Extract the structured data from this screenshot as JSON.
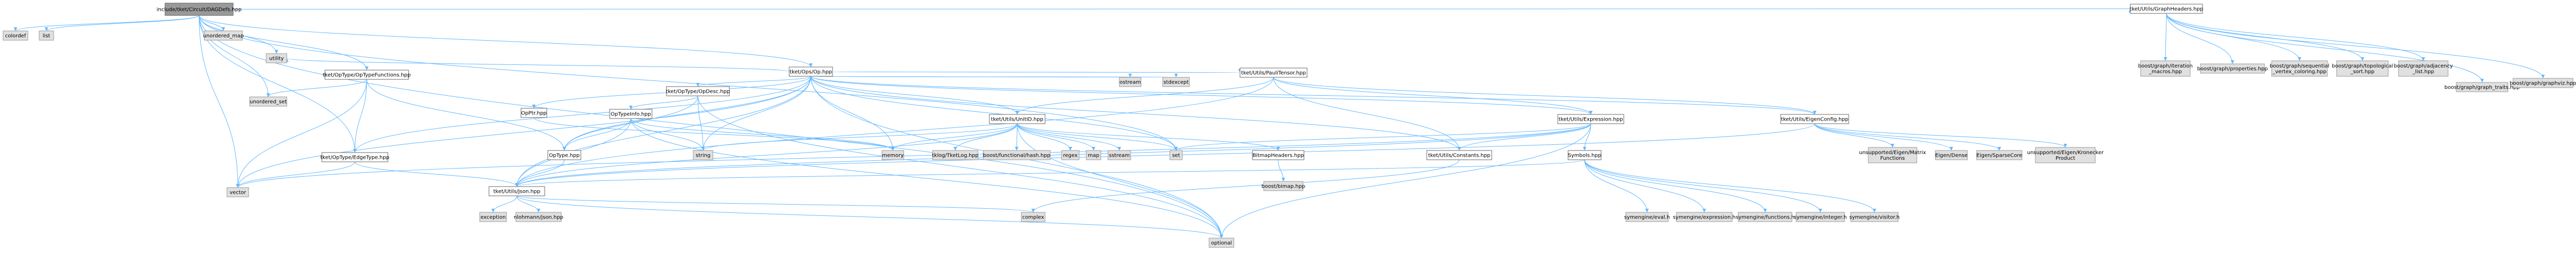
{
  "colors": {
    "root_fill": "#999999",
    "internal_fill": "#ffffff",
    "external_fill": "#e0e0e0",
    "edge": "#63b8ff"
  },
  "nodes": [
    {
      "id": "root",
      "label": "include/tket/Circuit/DAGDefs.hpp",
      "kind": "root"
    },
    {
      "id": "colordef",
      "label": "colordef",
      "kind": "external"
    },
    {
      "id": "list",
      "label": "list",
      "kind": "external"
    },
    {
      "id": "unordered_map",
      "label": "unordered_map",
      "kind": "external"
    },
    {
      "id": "utility",
      "label": "utility",
      "kind": "external"
    },
    {
      "id": "unordered_set",
      "label": "unordered_set",
      "kind": "external"
    },
    {
      "id": "vector",
      "label": "vector",
      "kind": "external"
    },
    {
      "id": "optypefunc",
      "label": "tket/OpType/OpTypeFunctions.hpp",
      "kind": "internal"
    },
    {
      "id": "edgetype",
      "label": "tket/OpType/EdgeType.hpp",
      "kind": "internal"
    },
    {
      "id": "ophpp",
      "label": "tket/Ops/Op.hpp",
      "kind": "internal"
    },
    {
      "id": "oppointer",
      "label": "OpPtr.hpp",
      "kind": "internal"
    },
    {
      "id": "opdesc",
      "label": "tket/OpType/OpDesc.hpp",
      "kind": "internal"
    },
    {
      "id": "optypeinfo",
      "label": "OpTypeInfo.hpp",
      "kind": "internal"
    },
    {
      "id": "optype",
      "label": "OpType.hpp",
      "kind": "internal"
    },
    {
      "id": "json",
      "label": "tket/Utils/Json.hpp",
      "kind": "internal"
    },
    {
      "id": "exception",
      "label": "exception",
      "kind": "external"
    },
    {
      "id": "nlohmann",
      "label": "nlohmann/json.hpp",
      "kind": "external"
    },
    {
      "id": "complex",
      "label": "complex",
      "kind": "external"
    },
    {
      "id": "optional",
      "label": "optional",
      "kind": "external"
    },
    {
      "id": "string",
      "label": "string",
      "kind": "external"
    },
    {
      "id": "memory",
      "label": "memory",
      "kind": "external"
    },
    {
      "id": "tketlog",
      "label": "tklog/TketLog.hpp",
      "kind": "external"
    },
    {
      "id": "boosthash",
      "label": "boost/functional/hash.hpp",
      "kind": "external"
    },
    {
      "id": "regex",
      "label": "regex",
      "kind": "external"
    },
    {
      "id": "map",
      "label": "map",
      "kind": "external"
    },
    {
      "id": "sstream",
      "label": "sstream",
      "kind": "external"
    },
    {
      "id": "set",
      "label": "set",
      "kind": "external"
    },
    {
      "id": "ostream",
      "label": "ostream",
      "kind": "external"
    },
    {
      "id": "stdexcept",
      "label": "stdexcept",
      "kind": "external"
    },
    {
      "id": "paulitensor",
      "label": "tket/Utils/PauliTensor.hpp",
      "kind": "internal"
    },
    {
      "id": "utilshelpers",
      "label": "tket/Utils/UnitID.hpp",
      "kind": "internal"
    },
    {
      "id": "bitmap",
      "label": "BitmapHeaders.hpp",
      "kind": "internal"
    },
    {
      "id": "boostbimap",
      "label": "boost/bimap.hpp",
      "kind": "external"
    },
    {
      "id": "constants",
      "label": "tket/Utils/Constants.hpp",
      "kind": "internal"
    },
    {
      "id": "expression",
      "label": "tket/Utils/Expression.hpp",
      "kind": "internal"
    },
    {
      "id": "symbols",
      "label": "Symbols.hpp",
      "kind": "internal"
    },
    {
      "id": "symengine_eval",
      "label": "symengine/eval.h",
      "kind": "external"
    },
    {
      "id": "symengine_expr",
      "label": "symengine/expression.h",
      "kind": "external"
    },
    {
      "id": "symengine_func",
      "label": "symengine/functions.h",
      "kind": "external"
    },
    {
      "id": "symengine_int",
      "label": "symengine/integer.h",
      "kind": "external"
    },
    {
      "id": "symengine_visit",
      "label": "symengine/visitor.h",
      "kind": "external"
    },
    {
      "id": "eigenconfig",
      "label": "tket/Utils/EigenConfig.hpp",
      "kind": "internal"
    },
    {
      "id": "eigenmatrix",
      "label": "unsupported/Eigen/Matrix\nFunctions",
      "kind": "external"
    },
    {
      "id": "eigendense",
      "label": "Eigen/Dense",
      "kind": "external"
    },
    {
      "id": "eigensparse",
      "label": "Eigen/SparseCore",
      "kind": "external"
    },
    {
      "id": "eigenkron",
      "label": "unsupported/Eigen/Kronecker\nProduct",
      "kind": "external"
    },
    {
      "id": "graphheaders",
      "label": "tket/Utils/GraphHeaders.hpp",
      "kind": "internal"
    },
    {
      "id": "bgl_iter",
      "label": "boost/graph/iteration\n_macros.hpp",
      "kind": "external"
    },
    {
      "id": "bgl_props",
      "label": "boost/graph/properties.hpp",
      "kind": "external"
    },
    {
      "id": "bgl_seq",
      "label": "boost/graph/sequential\n_vertex_coloring.hpp",
      "kind": "external"
    },
    {
      "id": "bgl_topo",
      "label": "boost/graph/topological\n_sort.hpp",
      "kind": "external"
    },
    {
      "id": "bgl_adj",
      "label": "boost/graph/adjacency\n_list.hpp",
      "kind": "external"
    },
    {
      "id": "bgl_traits",
      "label": "boost/graph/graph_traits.hpp",
      "kind": "external"
    },
    {
      "id": "bgl_viz",
      "label": "boost/graph/graphviz.hpp",
      "kind": "external"
    }
  ],
  "edges": [
    [
      "root",
      "colordef"
    ],
    [
      "root",
      "list"
    ],
    [
      "root",
      "unordered_map"
    ],
    [
      "root",
      "utility"
    ],
    [
      "root",
      "unordered_set"
    ],
    [
      "root",
      "vector"
    ],
    [
      "root",
      "optypefunc"
    ],
    [
      "root",
      "edgetype"
    ],
    [
      "root",
      "ophpp"
    ],
    [
      "root",
      "graphheaders"
    ],
    [
      "root",
      "optional"
    ],
    [
      "root",
      "set"
    ],
    [
      "optypefunc",
      "unordered_set"
    ],
    [
      "optypefunc",
      "vector"
    ],
    [
      "optypefunc",
      "optype"
    ],
    [
      "optypefunc",
      "edgetype"
    ],
    [
      "edgetype",
      "json"
    ],
    [
      "edgetype",
      "vector"
    ],
    [
      "ophpp",
      "utility"
    ],
    [
      "ophpp",
      "optype"
    ],
    [
      "ophpp",
      "oppointer"
    ],
    [
      "ophpp",
      "opdesc"
    ],
    [
      "ophpp",
      "json"
    ],
    [
      "ophpp",
      "paulitensor"
    ],
    [
      "ophpp",
      "utilshelpers"
    ],
    [
      "ophpp",
      "expression"
    ],
    [
      "ophpp",
      "constants"
    ],
    [
      "ophpp",
      "eigenconfig"
    ],
    [
      "ophpp",
      "string"
    ],
    [
      "ophpp",
      "memory"
    ],
    [
      "ophpp",
      "ostream"
    ],
    [
      "ophpp",
      "stdexcept"
    ],
    [
      "ophpp",
      "set"
    ],
    [
      "ophpp",
      "vector"
    ],
    [
      "ophpp",
      "optional"
    ],
    [
      "ophpp",
      "edgetype"
    ],
    [
      "oppointer",
      "memory"
    ],
    [
      "opdesc",
      "optypeinfo"
    ],
    [
      "opdesc",
      "optype"
    ],
    [
      "opdesc",
      "optional"
    ],
    [
      "opdesc",
      "string"
    ],
    [
      "optypeinfo",
      "optype"
    ],
    [
      "optypeinfo",
      "json"
    ],
    [
      "optypeinfo",
      "string"
    ],
    [
      "optypeinfo",
      "memory"
    ],
    [
      "optypeinfo",
      "optional"
    ],
    [
      "optype",
      "json"
    ],
    [
      "json",
      "exception"
    ],
    [
      "json",
      "nlohmann"
    ],
    [
      "json",
      "complex"
    ],
    [
      "json",
      "optional"
    ],
    [
      "paulitensor",
      "utilshelpers"
    ],
    [
      "paulitensor",
      "constants"
    ],
    [
      "paulitensor",
      "json"
    ],
    [
      "paulitensor",
      "eigenconfig"
    ],
    [
      "paulitensor",
      "expression"
    ],
    [
      "utilshelpers",
      "json"
    ],
    [
      "utilshelpers",
      "string"
    ],
    [
      "utilshelpers",
      "memory"
    ],
    [
      "utilshelpers",
      "tketlog"
    ],
    [
      "utilshelpers",
      "boosthash"
    ],
    [
      "utilshelpers",
      "regex"
    ],
    [
      "utilshelpers",
      "map"
    ],
    [
      "utilshelpers",
      "sstream"
    ],
    [
      "utilshelpers",
      "bitmap"
    ],
    [
      "utilshelpers",
      "set"
    ],
    [
      "utilshelpers",
      "optional"
    ],
    [
      "bitmap",
      "boostbimap"
    ],
    [
      "constants",
      "complex"
    ],
    [
      "expression",
      "symbols"
    ],
    [
      "expression",
      "constants"
    ],
    [
      "expression",
      "json"
    ],
    [
      "expression",
      "set"
    ],
    [
      "expression",
      "optional"
    ],
    [
      "expression",
      "vector"
    ],
    [
      "symbols",
      "symengine_eval"
    ],
    [
      "symbols",
      "symengine_expr"
    ],
    [
      "symbols",
      "symengine_func"
    ],
    [
      "symbols",
      "symengine_int"
    ],
    [
      "symbols",
      "symengine_visit"
    ],
    [
      "symbols",
      "json"
    ],
    [
      "eigenconfig",
      "eigenmatrix"
    ],
    [
      "eigenconfig",
      "eigendense"
    ],
    [
      "eigenconfig",
      "eigensparse"
    ],
    [
      "eigenconfig",
      "eigenkron"
    ],
    [
      "eigenconfig",
      "json"
    ],
    [
      "graphheaders",
      "bgl_iter"
    ],
    [
      "graphheaders",
      "bgl_props"
    ],
    [
      "graphheaders",
      "bgl_seq"
    ],
    [
      "graphheaders",
      "bgl_topo"
    ],
    [
      "graphheaders",
      "bgl_adj"
    ],
    [
      "graphheaders",
      "bgl_traits"
    ],
    [
      "graphheaders",
      "bgl_viz"
    ]
  ]
}
